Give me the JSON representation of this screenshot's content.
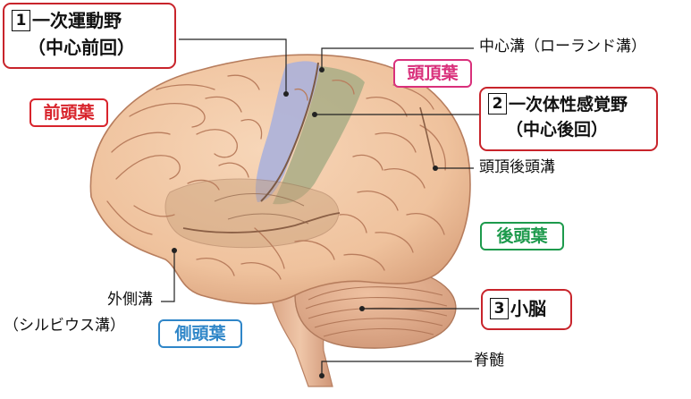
{
  "areas": [
    {
      "number": "1",
      "name": "一次運動野",
      "sub": "（中心前回）"
    },
    {
      "number": "2",
      "name": "一次体性感覚野",
      "sub": "（中心後回）"
    },
    {
      "number": "3",
      "name": "小脳"
    }
  ],
  "lobes": {
    "frontal": {
      "text": "前頭葉",
      "color": "#d8242c"
    },
    "parietal": {
      "text": "頭頂葉",
      "color": "#d9307b"
    },
    "occipital": {
      "text": "後頭葉",
      "color": "#1d9a4c"
    },
    "temporal": {
      "text": "側頭葉",
      "color": "#2f86c8"
    }
  },
  "labels": {
    "central_sulcus": "中心溝（ローランド溝）",
    "parieto_occipital_sulcus": "頭頂後頭溝",
    "lateral_sulcus_line1": "外側溝",
    "lateral_sulcus_line2": "（シルビウス溝）",
    "spinal_cord": "脊髄"
  },
  "colors": {
    "brain": "#f2c8a4",
    "brain_shadow": "#dba27f",
    "sulcus": "#b97d5d",
    "motor_cortex": "#aab0dc",
    "sensory_cortex": "#a9ad86",
    "box_border": "#c8242b"
  }
}
